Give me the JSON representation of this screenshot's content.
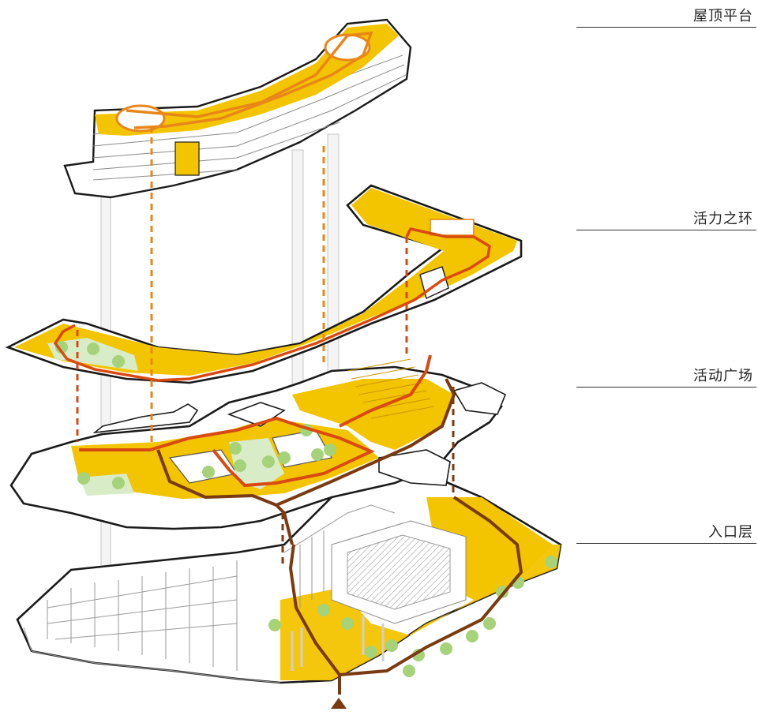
{
  "labels": {
    "roof": "屋顶平台",
    "ring": "活力之环",
    "plaza": "活动广场",
    "entry": "入口层"
  },
  "colors": {
    "platform": "#f3c400",
    "slab_line": "#1a1a1a",
    "path_red": "#d94a12",
    "path_orange": "#e8861a",
    "path_brown": "#7a3a12",
    "tree": "#a6d27a",
    "lawn": "#d9ecc8",
    "wall": "#ffffff",
    "shade": "#e6e6e6"
  },
  "entry_marker": "entrance-arrow-icon"
}
